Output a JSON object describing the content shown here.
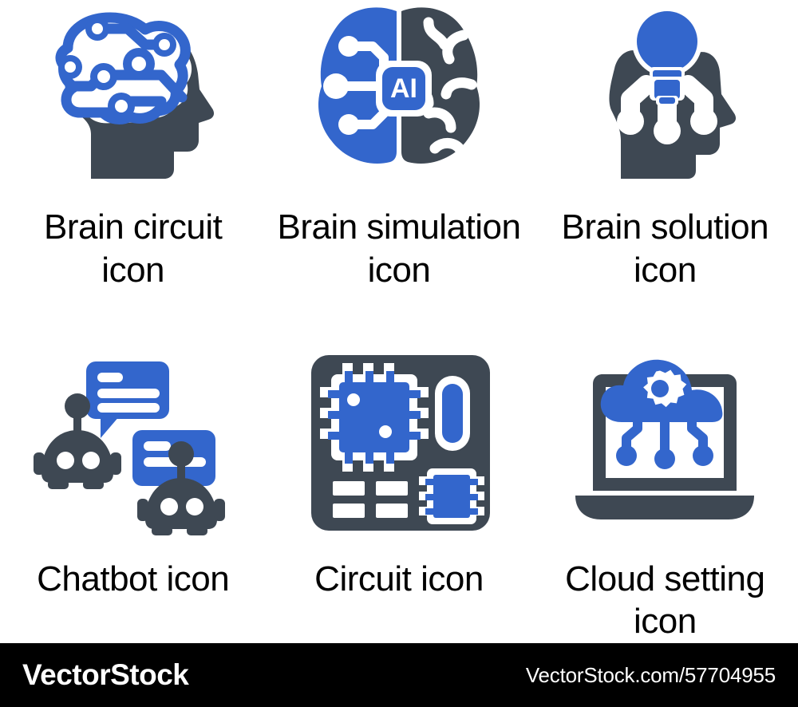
{
  "palette": {
    "blue": "#3366cc",
    "blue_alt": "#3a6fd8",
    "dark": "#3e4853",
    "white": "#ffffff",
    "black": "#000000",
    "background": "#ffffff"
  },
  "icons": [
    {
      "name": "brain-circuit-icon",
      "caption_line1": "Brain circuit",
      "caption_line2": "icon",
      "caption_full": "Brain circuit icon"
    },
    {
      "name": "brain-simulation-icon",
      "caption_line1": "Brain simulation",
      "caption_line2": "icon",
      "caption_full": "Brain simulation icon",
      "chip_label": "AI"
    },
    {
      "name": "brain-solution-icon",
      "caption_line1": "Brain solution",
      "caption_line2": "icon",
      "caption_full": "Brain solution icon"
    },
    {
      "name": "chatbot-icon",
      "caption_line1": "Chatbot icon",
      "caption_line2": "",
      "caption_full": "Chatbot icon"
    },
    {
      "name": "circuit-icon",
      "caption_line1": "Circuit icon",
      "caption_line2": "",
      "caption_full": "Circuit icon"
    },
    {
      "name": "cloud-setting-icon",
      "caption_line1": "Cloud setting",
      "caption_line2": "icon",
      "caption_full": "Cloud setting icon"
    }
  ],
  "watermark": {
    "logo": "VectorStock",
    "url": "VectorStock.com/57704955"
  }
}
